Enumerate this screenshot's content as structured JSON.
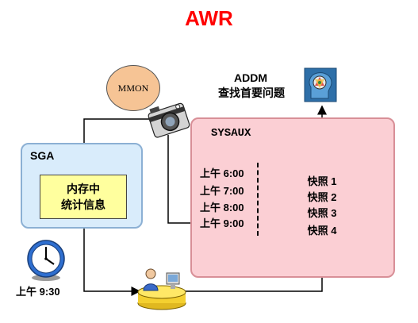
{
  "title": "AWR",
  "mmon": {
    "label": "MMON"
  },
  "addm": {
    "title": "ADDM",
    "subtitle": "查找首要问题"
  },
  "sga": {
    "label": "SGA",
    "memory_lines": [
      "内存中",
      "统计信息"
    ]
  },
  "sysaux": {
    "label": "SYSAUX",
    "snapshots": [
      "快照 1",
      "快照 2",
      "快照 3",
      "快照 4"
    ],
    "times": [
      "上午 6:00",
      "上午 7:00",
      "上午 8:00",
      "上午 9:00"
    ]
  },
  "clock": {
    "time_label": "上午 9:30"
  },
  "icons": [
    "camera-icon",
    "clock-icon",
    "user-at-desk-icon",
    "brain-gear-icon"
  ]
}
